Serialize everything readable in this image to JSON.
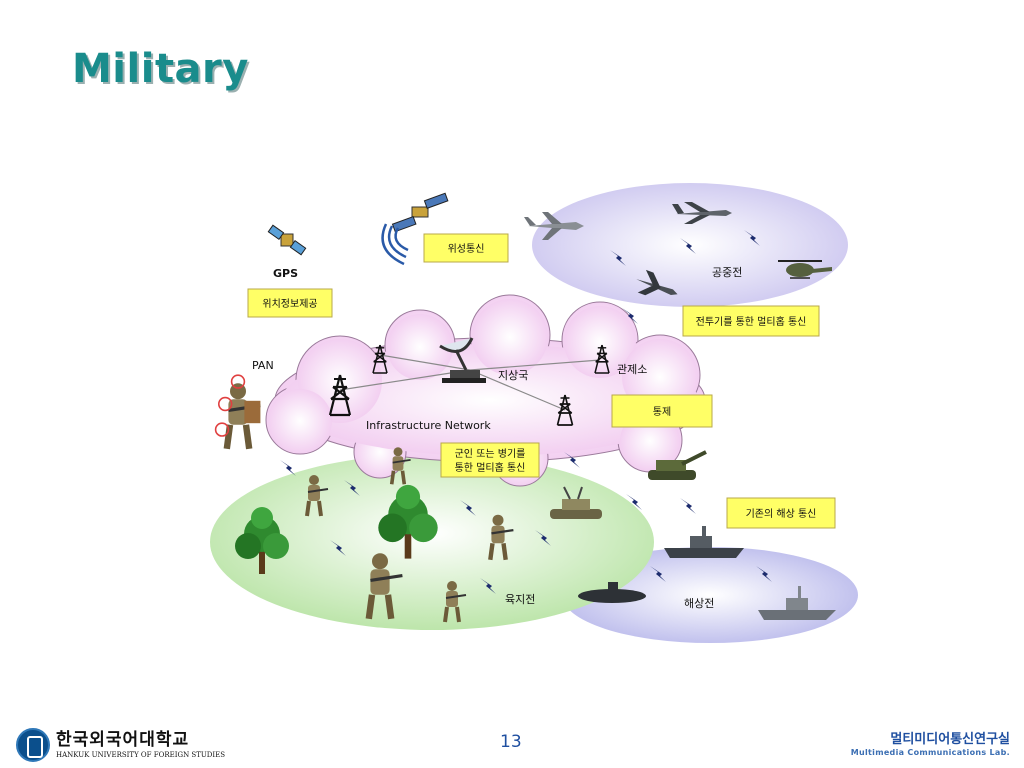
{
  "slide": {
    "title": "Military"
  },
  "diagram": {
    "gps_label": "GPS",
    "pan_label": "PAN",
    "infrastructure_label": "Infrastructure Network",
    "ground_station_label": "지상국",
    "control_center_label": "관제소",
    "air_battle_label": "공중전",
    "ground_battle_label": "육지전",
    "sea_battle_label": "해상전",
    "boxes": {
      "satellite_comm": "위성통신",
      "location_info": "위치정보제공",
      "aircraft_multihop": "전투기를 통한 멀티홉 통신",
      "control": "통제",
      "soldier_multihop_line1": "군인 또는 병기를",
      "soldier_multihop_line2": "통한 멀티홉 통신",
      "naval_comm": "기존의 해상 통신"
    }
  },
  "footer": {
    "university_ko": "한국외국어대학교",
    "university_en": "HANKUK UNIVERSITY OF FOREIGN STUDIES",
    "page_number": "13",
    "lab_ko": "멀티미디어통신연구실",
    "lab_en": "Multimedia Communications Lab."
  }
}
